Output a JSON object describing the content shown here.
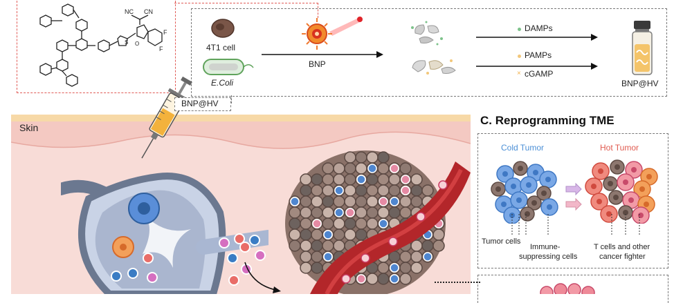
{
  "top_panel": {
    "cell_label": "4T1 cell",
    "bacteria_label": "E.Coli",
    "nanoparticle_label": "BNP",
    "damps_label": "DAMPs",
    "pamps_label": "PAMPs",
    "cgamp_label": "cGAMP",
    "vial_label": "BNP@HV",
    "molecule_cn_1": "NC",
    "molecule_cn_2": "CN",
    "molecule_f_1": "F",
    "molecule_f_2": "F"
  },
  "syringe_label": "BNP@HV",
  "skin_label": "Skin",
  "section_c": {
    "title": "C. Reprogramming TME",
    "cold_label": "Cold Tumor",
    "hot_label": "Hot Tumor",
    "tumor_cells_label": "Tumor cells",
    "immune_label_line1": "Immune-",
    "immune_label_line2": "suppressing cells",
    "tcells_label_line1": "T cells and other",
    "tcells_label_line2": "cancer fighter"
  },
  "colors": {
    "accent_red": "#e05a55",
    "skin_pink": "#f7d3cf",
    "vessel_red": "#b3262a",
    "cold_blue": "#4b8fd6",
    "hot_red": "#e86a5e"
  }
}
